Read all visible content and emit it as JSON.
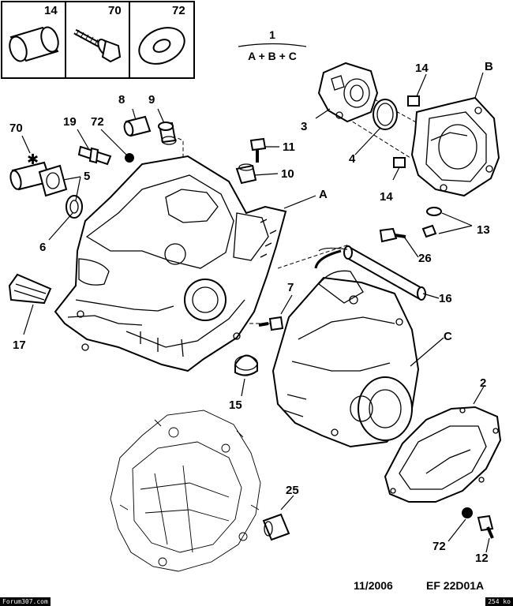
{
  "legend": {
    "items": [
      {
        "number": "14",
        "icon": "cap-plug-icon"
      },
      {
        "number": "70",
        "icon": "screw-icon"
      },
      {
        "number": "72",
        "icon": "washer-icon"
      }
    ]
  },
  "assembly": {
    "number": "1",
    "formula": "A + B + C"
  },
  "callouts": {
    "c2": "2",
    "c3": "3",
    "c4": "4",
    "c5": "5",
    "c6": "6",
    "c7": "7",
    "c8": "8",
    "c9": "9",
    "c10": "10",
    "c11": "11",
    "c12": "12",
    "c13": "13",
    "c14a": "14",
    "c14b": "14",
    "c15": "15",
    "c16": "16",
    "c17": "17",
    "c19": "19",
    "c25": "25",
    "c26": "26",
    "c70": "70",
    "c72a": "72",
    "c72b": "72",
    "cA": "A",
    "cB": "B",
    "cC": "C"
  },
  "footer": {
    "date": "11/2006",
    "reference": "EF 22D01A"
  },
  "watermark": "Forum307.com",
  "size_badge": "254 ko"
}
